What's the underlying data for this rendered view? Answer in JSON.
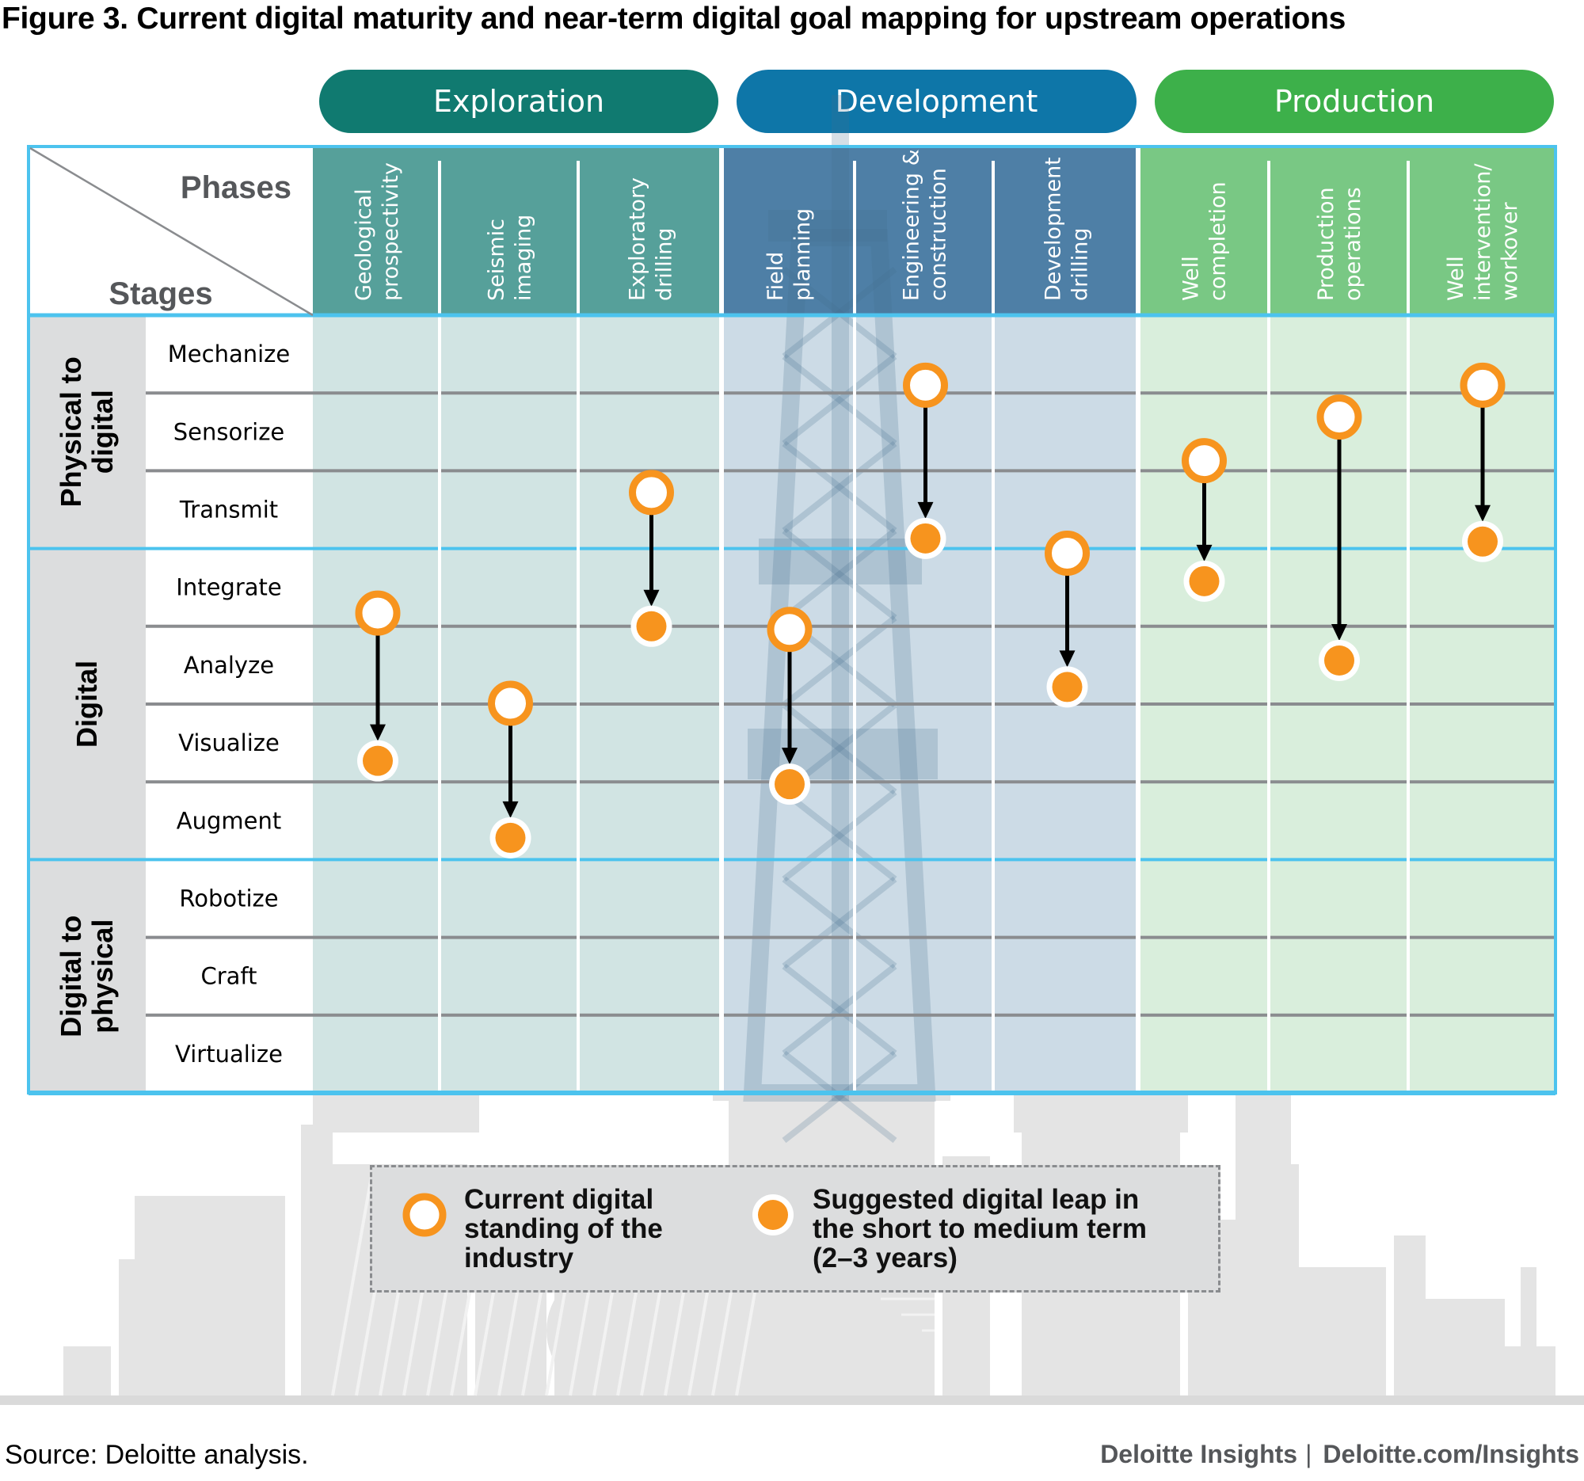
{
  "title": "Figure 3. Current digital maturity and near-term digital goal mapping for upstream operations",
  "colors": {
    "exploration_pill": "#107A70",
    "development_pill": "#0E76A8",
    "production_pill": "#3DB04A",
    "exploration_header": "#56A09A",
    "development_header": "#4E7FA6",
    "production_header": "#79C884",
    "exploration_body": "#D1E4E3",
    "development_body": "#CCDBE6",
    "production_body": "#D9EEDC",
    "grid_border": "#4CC3EE",
    "row_line": "#8A8C8F",
    "group_bg": "#DCDDDE",
    "marker_orange": "#F7941E",
    "arrow": "#000000",
    "skyline": "#E4E4E4"
  },
  "corner": {
    "phases_label": "Phases",
    "stages_label": "Stages"
  },
  "phases": [
    {
      "name": "Exploration",
      "color_key": "exploration",
      "columns": [
        {
          "label_lines": [
            "Geological",
            "prospectivity"
          ]
        },
        {
          "label_lines": [
            "Seismic",
            "imaging"
          ]
        },
        {
          "label_lines": [
            "Exploratory",
            "drilling"
          ]
        }
      ]
    },
    {
      "name": "Development",
      "color_key": "development",
      "columns": [
        {
          "label_lines": [
            "Field",
            "planning"
          ]
        },
        {
          "label_lines": [
            "Engineering &",
            "construction"
          ]
        },
        {
          "label_lines": [
            "Development",
            "drilling"
          ]
        }
      ]
    },
    {
      "name": "Production",
      "color_key": "production",
      "columns": [
        {
          "label_lines": [
            "Well",
            "completion"
          ]
        },
        {
          "label_lines": [
            "Production",
            "operations"
          ]
        },
        {
          "label_lines": [
            "Well",
            "intervention/",
            "workover"
          ]
        }
      ]
    }
  ],
  "stage_groups": [
    {
      "label_lines": [
        "Physical to",
        "digital"
      ],
      "stages": [
        "Mechanize",
        "Sensorize",
        "Transmit"
      ]
    },
    {
      "label_lines": [
        "Digital"
      ],
      "stages": [
        "Integrate",
        "Analyze",
        "Visualize",
        "Augment"
      ]
    },
    {
      "label_lines": [
        "Digital to",
        "physical"
      ],
      "stages": [
        "Robotize",
        "Craft",
        "Virtualize"
      ]
    }
  ],
  "legend": {
    "current": {
      "lines": [
        "Current digital",
        "standing of the",
        "industry"
      ]
    },
    "suggested": {
      "lines": [
        "Suggested digital leap in",
        "the short to medium term",
        "(2–3 years)"
      ]
    }
  },
  "footer": {
    "source": "Source: Deloitte analysis.",
    "brand": "Deloitte Insights",
    "separator": "|",
    "url": "Deloitte.com/Insights"
  },
  "chart_data": {
    "type": "dumbbell",
    "title": "Figure 3. Current digital maturity and near-term digital goal mapping for upstream operations",
    "x_axis_label": "Phases",
    "y_axis_label": "Stages",
    "categories": [
      "Geological prospectivity",
      "Seismic imaging",
      "Exploratory drilling",
      "Field planning",
      "Engineering & construction",
      "Development drilling",
      "Well completion",
      "Production operations",
      "Well intervention/workover"
    ],
    "stage_scale": [
      "Mechanize",
      "Sensorize",
      "Transmit",
      "Integrate",
      "Analyze",
      "Visualize",
      "Augment",
      "Robotize",
      "Craft",
      "Virtualize"
    ],
    "value_note": "Positions are stage indices (0 = Mechanize row center, 9 = Virtualize row center); .5 values fall on row boundaries.",
    "series": [
      {
        "name": "Current digital standing of the industry",
        "values": [
          3.33,
          4.49,
          1.78,
          3.54,
          0.4,
          2.56,
          1.37,
          0.81,
          0.4
        ]
      },
      {
        "name": "Suggested digital leap in the short to medium term (2–3 years)",
        "values": [
          5.23,
          6.22,
          3.5,
          5.53,
          2.37,
          4.28,
          2.92,
          3.94,
          2.41
        ]
      }
    ],
    "legend": [
      "Current digital standing of the industry",
      "Suggested digital leap in the short to medium term (2–3 years)"
    ],
    "legend_position": "bottom-center"
  }
}
